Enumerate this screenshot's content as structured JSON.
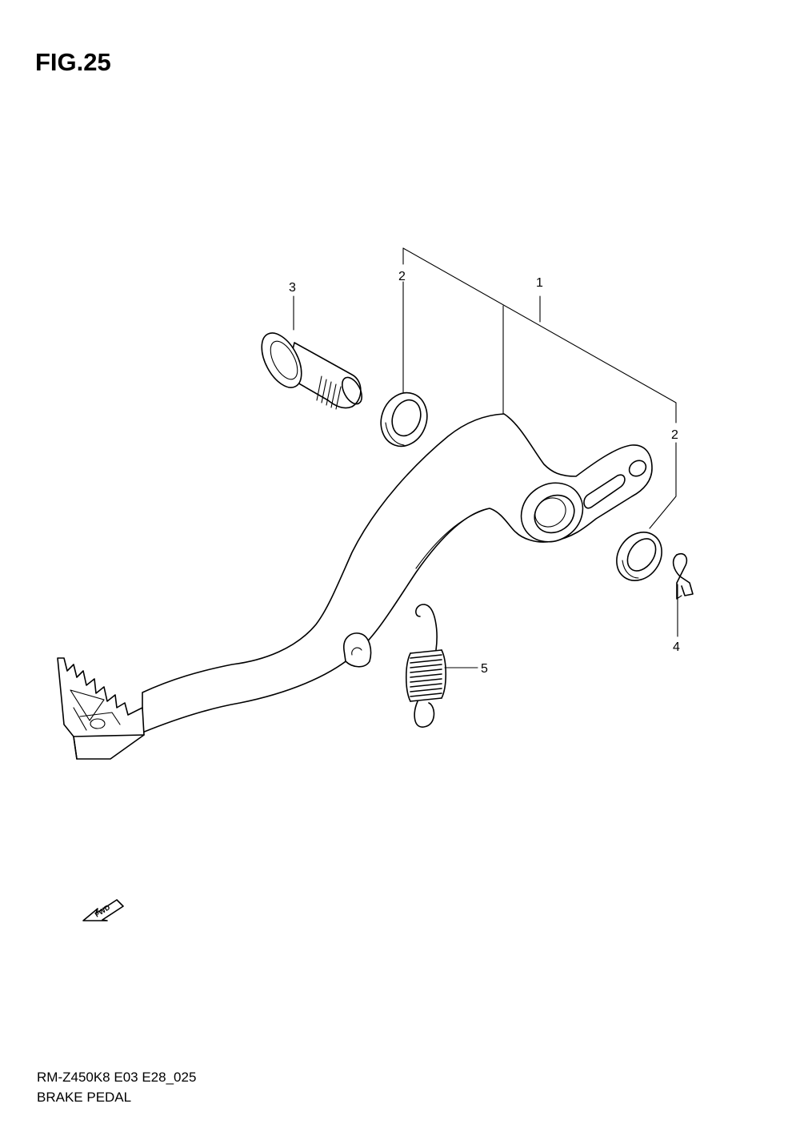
{
  "figure": {
    "title": "FIG.25",
    "model_code": "RM-Z450K8 E03 E28_025",
    "section_name": "BRAKE PEDAL"
  },
  "callouts": [
    {
      "id": "1",
      "part": "brake-pedal"
    },
    {
      "id": "2",
      "part": "washer-upper"
    },
    {
      "id": "2",
      "part": "washer-lower"
    },
    {
      "id": "3",
      "part": "pivot-bolt"
    },
    {
      "id": "4",
      "part": "cotter-pin"
    },
    {
      "id": "5",
      "part": "return-spring"
    }
  ],
  "direction_marker": {
    "text": "FWD",
    "icon": "forward-arrow-icon"
  }
}
